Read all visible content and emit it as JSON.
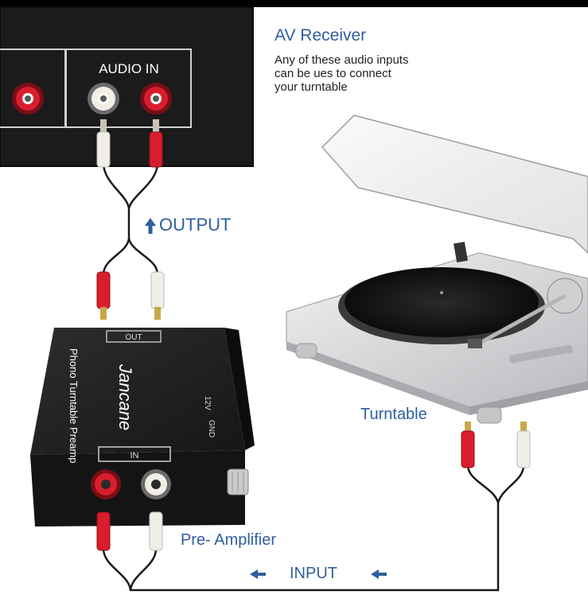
{
  "receiver": {
    "title": "AV Receiver",
    "note_lines": [
      "Any of these audio inputs",
      "can be ues to connect",
      "your turntable"
    ],
    "panel_label": "AUDIO IN"
  },
  "cable_labels": {
    "output": "OUTPUT",
    "input": "INPUT"
  },
  "preamp": {
    "label": "Pre- Amplifier",
    "brand": "Jancane",
    "model_text": "Phono Turntable Preamp",
    "jack_out": "OUT",
    "jack_in": "IN",
    "power_text": "12V",
    "gnd_text": "GND"
  },
  "turntable": {
    "label": "Turntable"
  },
  "colors": {
    "label_blue": "#2f5f9e",
    "device_black": "#1b1b1b",
    "rca_red": "#d81e2c",
    "rca_white": "#f1eee6",
    "turntable_silver": "#d9dadc"
  },
  "icons": {
    "output_arrow": "arrow-up-icon",
    "input_arrow": "arrow-left-icon"
  }
}
